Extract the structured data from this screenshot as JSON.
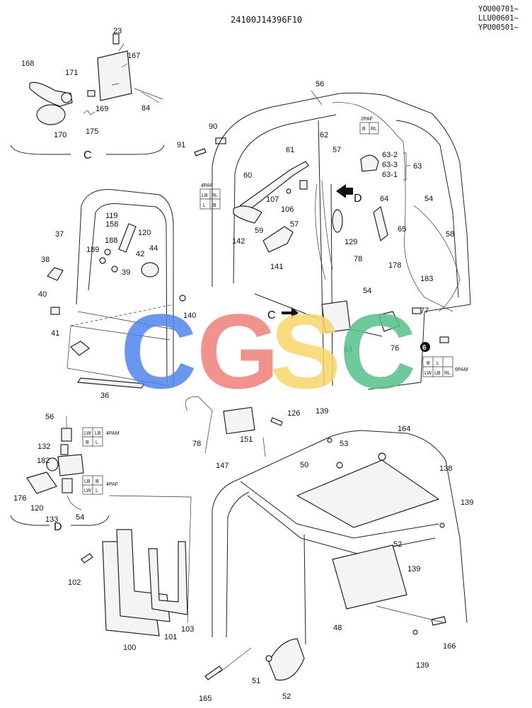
{
  "diagram": {
    "drawing_number": "24100J14396F10",
    "serial_ranges": [
      "YOU00701~",
      "LLU00601~",
      "YPU00501~"
    ],
    "detail_labels": {
      "c": "C",
      "d": "D"
    },
    "view_labels": {
      "c": "C",
      "d": "D"
    },
    "callout_number": "6",
    "part_numbers": {
      "p23": "23",
      "p167": "167",
      "p168": "168",
      "p171": "171",
      "p169": "169",
      "p84a": "84",
      "p170": "170",
      "p175": "175",
      "p90": "90",
      "p91": "91",
      "p56a": "56",
      "p61": "61",
      "p62": "62",
      "p57a": "57",
      "p60": "60",
      "p63_2": "63-2",
      "p63_3": "63-3",
      "p63_1": "63-1",
      "p63": "63",
      "p64": "64",
      "p54a": "54",
      "p107": "107",
      "p106": "106",
      "p57b": "57",
      "p119": "119",
      "p158": "158",
      "p120a": "120",
      "p37": "37",
      "p188": "188",
      "p189": "189",
      "p39": "39",
      "p42": "42",
      "p44": "44",
      "p38": "38",
      "p142": "142",
      "p59": "59",
      "p129": "129",
      "p65": "65",
      "p58": "58",
      "p141": "141",
      "p78a": "78",
      "p178": "178",
      "p183": "183",
      "p54b": "54",
      "p40": "40",
      "p140": "140",
      "p41": "41",
      "p77": "77",
      "p84b": "84",
      "p76": "76",
      "p36": "36",
      "p56b": "56",
      "p126": "126",
      "p139a": "139",
      "p132": "132",
      "p151": "151",
      "p164": "164",
      "p78b": "78",
      "p53": "53",
      "p182": "182",
      "p147": "147",
      "p50": "50",
      "p138": "138",
      "p176": "176",
      "p120b": "120",
      "p139b": "139",
      "p133": "133",
      "p54c": "54",
      "p52a": "52",
      "p102": "102",
      "p139c": "139",
      "p48": "48",
      "p100": "100",
      "p101": "101",
      "p103": "103",
      "p166": "166",
      "p139d": "139",
      "p165": "165",
      "p51": "51",
      "p52b": "52"
    },
    "connectors": {
      "c2paf": {
        "title": "2PAF",
        "cells": [
          "B",
          "RL"
        ]
      },
      "c4paf_top": {
        "title": "4PAF",
        "cells": [
          "LB",
          "RL",
          "L",
          "B"
        ]
      },
      "c6pam": {
        "title": "6PAM",
        "cells": [
          "B",
          "L",
          "LW",
          "LB",
          "RL",
          ""
        ]
      },
      "c4pam_d": {
        "title": "4PAM",
        "cells": [
          "LW",
          "LB",
          "B",
          "L"
        ]
      },
      "c4paf_d": {
        "title": "4PAF",
        "cells": [
          "LB",
          "B",
          "LW",
          "L"
        ]
      }
    },
    "watermark": {
      "text": "CGSC",
      "colors": [
        "#4f86ee",
        "#ef7f7a",
        "#f9d56a",
        "#55c08a"
      ]
    }
  }
}
